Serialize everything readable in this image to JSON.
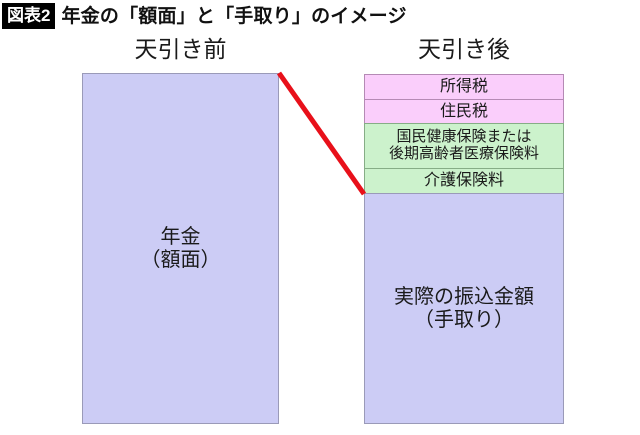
{
  "header": {
    "badge": "図表2",
    "title": "年金の「額面」と「手取り」のイメージ"
  },
  "columns": {
    "before_label": "天引き前",
    "after_label": "天引き後"
  },
  "gross": {
    "label": "年金\n（額面）"
  },
  "deductions": [
    {
      "label": "所得税",
      "color": "#facefb"
    },
    {
      "label": "住民税",
      "color": "#facefb"
    },
    {
      "label": "国民健康保険または\n後期高齢者医療保険料",
      "color": "#ccf2cc"
    },
    {
      "label": "介護保険料",
      "color": "#ccf2cc"
    }
  ],
  "net": {
    "label": "実際の振込金額\n（手取り）"
  },
  "colors": {
    "lavender": "#ccccf5",
    "pink": "#facefb",
    "green": "#ccf2cc",
    "connector": "#e8101a",
    "badge_bg": "#000000",
    "badge_fg": "#ffffff"
  },
  "icons": {
    "connector": "diagonal-connector-line-icon"
  }
}
